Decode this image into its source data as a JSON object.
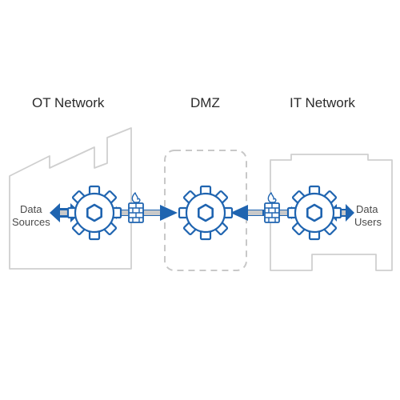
{
  "zones": {
    "ot": {
      "title": "OT Network"
    },
    "dmz": {
      "title": "DMZ"
    },
    "it": {
      "title": "IT Network"
    }
  },
  "endpoints": {
    "sources": {
      "line1": "Data",
      "line2": "Sources"
    },
    "users": {
      "line1": "Data",
      "line2": "Users"
    }
  },
  "colors": {
    "blue": "#1f64b0",
    "outline": "#cfcfcf",
    "dmz_dash": "#c8c8c8",
    "arrow_light": "#c9c9c9",
    "flame": "#1f64b0"
  },
  "icons": [
    "factory-outline-icon",
    "office-building-outline-icon",
    "gear-icon",
    "firewall-icon",
    "double-arrow-icon"
  ]
}
